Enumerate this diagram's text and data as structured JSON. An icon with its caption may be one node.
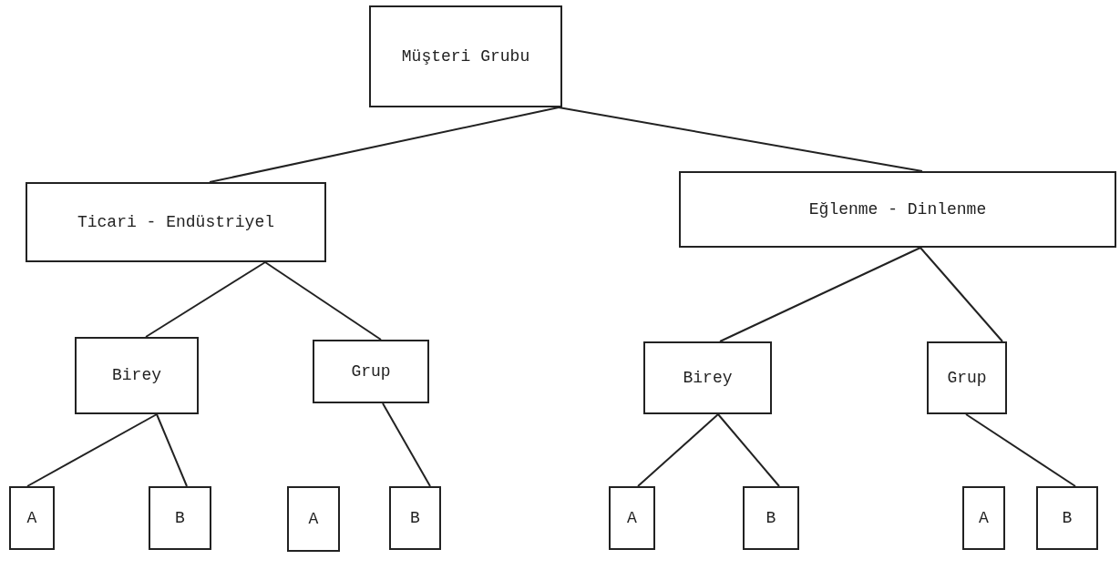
{
  "diagram": {
    "nodes": [
      {
        "text": [
          "Müşteri Grubu"
        ]
      },
      {
        "text": [
          "Ticari - Endüstriyel"
        ]
      },
      {
        "text": [
          "Eğlenme - Dinlenme"
        ]
      },
      {
        "text": [
          "Birey"
        ]
      },
      {
        "text": [
          "Grup"
        ]
      },
      {
        "text": [
          "A"
        ]
      },
      {
        "text": [
          "B"
        ]
      },
      {
        "text": [
          "A"
        ]
      },
      {
        "text": [
          "B"
        ]
      },
      {
        "text": [
          "Birey"
        ]
      },
      {
        "text": [
          "Grup"
        ]
      },
      {
        "text": [
          "A"
        ]
      },
      {
        "text": [
          "B"
        ]
      },
      {
        "text": [
          "A"
        ]
      },
      {
        "text": [
          "B"
        ]
      }
    ],
    "edges": [
      {
        "from": 0,
        "to": 1,
        "arrow": "none"
      },
      {
        "from": 0,
        "to": 2,
        "arrow": "none"
      },
      {
        "from": 1,
        "to": 3,
        "arrow": "none"
      },
      {
        "from": 1,
        "to": 4,
        "arrow": "none"
      },
      {
        "from": 2,
        "to": 9,
        "arrow": "none"
      },
      {
        "from": 2,
        "to": 10,
        "arrow": "none"
      },
      {
        "from": 3,
        "to": 5,
        "arrow": "none"
      },
      {
        "from": 3,
        "to": 6,
        "arrow": "none"
      },
      {
        "from": 4,
        "to": 8,
        "arrow": "none"
      },
      {
        "from": 9,
        "to": 11,
        "arrow": "none"
      },
      {
        "from": 9,
        "to": 12,
        "arrow": "none"
      },
      {
        "from": 10,
        "to": 14,
        "arrow": "none"
      }
    ]
  }
}
